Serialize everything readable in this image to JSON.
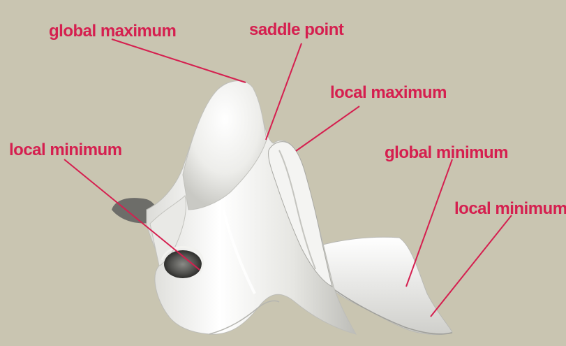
{
  "diagram": {
    "background_color": "#c9c5b1",
    "label_color": "#d51f4f",
    "surface_color": "#f2f2f0",
    "labels": {
      "global_maximum": "global maximum",
      "saddle_point": "saddle point",
      "local_maximum": "local maximum",
      "local_minimum_left": "local minimum",
      "global_minimum": "global minimum",
      "local_minimum_right": "local minimum"
    }
  }
}
